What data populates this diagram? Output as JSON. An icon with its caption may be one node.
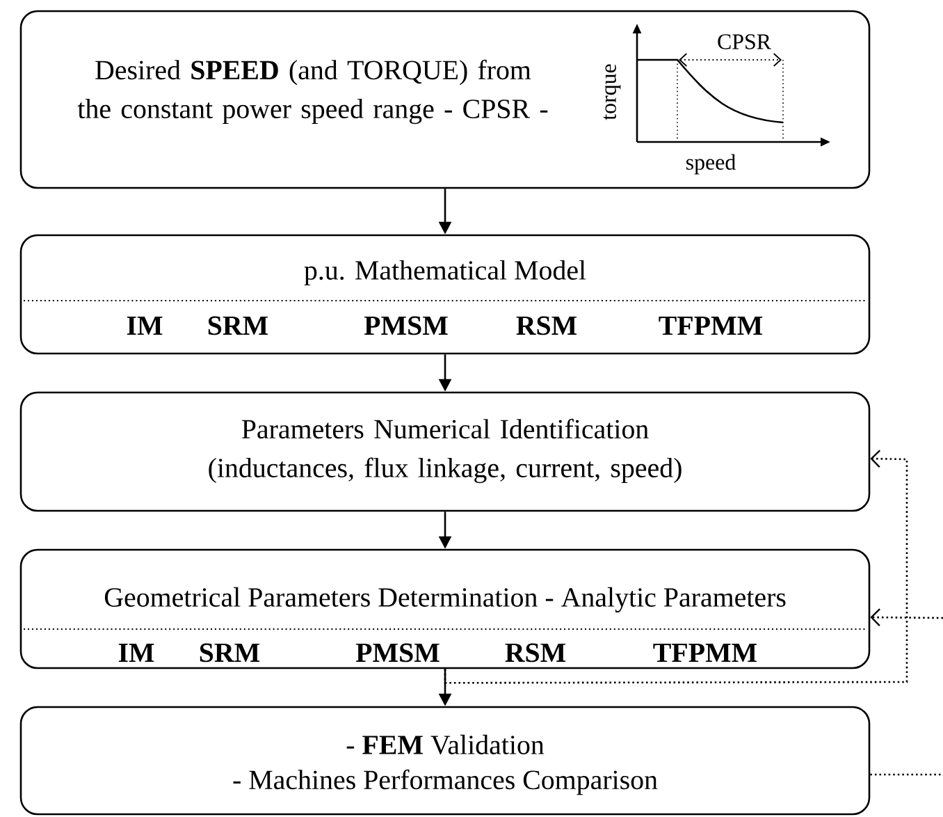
{
  "diagram": {
    "nodes": [
      {
        "text": [
          "Desired **SPEED** (and TORQUE) from the constant power speed range - CPSR -"
        ]
      },
      {
        "text": [
          "p.u. Mathematical Model",
          "IM",
          "SRM",
          "PMSM",
          "RSM",
          "TFPMM"
        ]
      },
      {
        "text": [
          "Parameters Numerical Identification (inductances, flux linkage, current, speed)"
        ]
      },
      {
        "text": [
          "Geometrical Parameters Determination - Analytic Parameters",
          "IM",
          "SRM",
          "PMSM",
          "RSM",
          "TFPMM"
        ]
      },
      {
        "text": [
          "- **FEM** Validation",
          "- Machines Performances Comparison"
        ]
      }
    ],
    "edges": [
      {
        "from": 0,
        "to": 1,
        "arrow": "to"
      },
      {
        "from": 1,
        "to": 2,
        "arrow": "to"
      },
      {
        "from": 2,
        "to": 3,
        "arrow": "to"
      },
      {
        "from": 3,
        "to": 4,
        "arrow": "to"
      },
      {
        "from": 3,
        "to": 2,
        "arrow": "to",
        "style": "dashed"
      },
      {
        "from": 4,
        "to": null,
        "arrow": "none",
        "style": "dashed"
      },
      {
        "from": null,
        "to": 3,
        "arrow": "to",
        "style": "dashed"
      }
    ],
    "labels": [
      "CPSR",
      "torque",
      "speed"
    ]
  }
}
